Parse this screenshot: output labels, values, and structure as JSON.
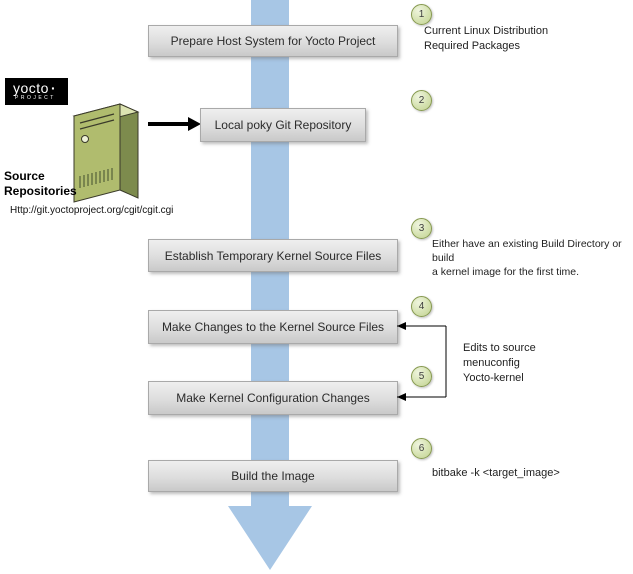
{
  "colors": {
    "flow_arrow": "#a7c6e5",
    "box_fill": "#dddddd",
    "box_border": "#a9a9a9",
    "circle_fill": "#d3e0ad",
    "circle_border": "#86994f",
    "logo_bg": "#000000",
    "server_front": "#b0bc6e",
    "server_side": "#7d8b4d",
    "server_top": "#dde4b2",
    "connector": "#000000"
  },
  "logo": {
    "brand": "yocto",
    "dot": "·",
    "sub": "PROJECT"
  },
  "source_repo": {
    "title": "Source\nRepositories",
    "url": "Http://git.yoctoproject.org/cgit/cgit.cgi"
  },
  "steps": [
    {
      "num": "1",
      "label": "Prepare Host System for Yocto Project"
    },
    {
      "num": "2",
      "label": "Local poky Git Repository"
    },
    {
      "num": "3",
      "label": "Establish Temporary Kernel Source Files"
    },
    {
      "num": "4",
      "label": "Make Changes to the Kernel Source Files"
    },
    {
      "num": "5",
      "label": "Make Kernel Configuration Changes"
    },
    {
      "num": "6",
      "label": "Build the Image"
    }
  ],
  "notes": {
    "note1": "Current Linux Distribution\nRequired Packages",
    "note3": "Either have an existing Build Directory or build\na kernel image for the first time.",
    "note45": "Edits to source\nmenuconfig\nYocto-kernel",
    "note6": "bitbake -k <target_image>"
  }
}
